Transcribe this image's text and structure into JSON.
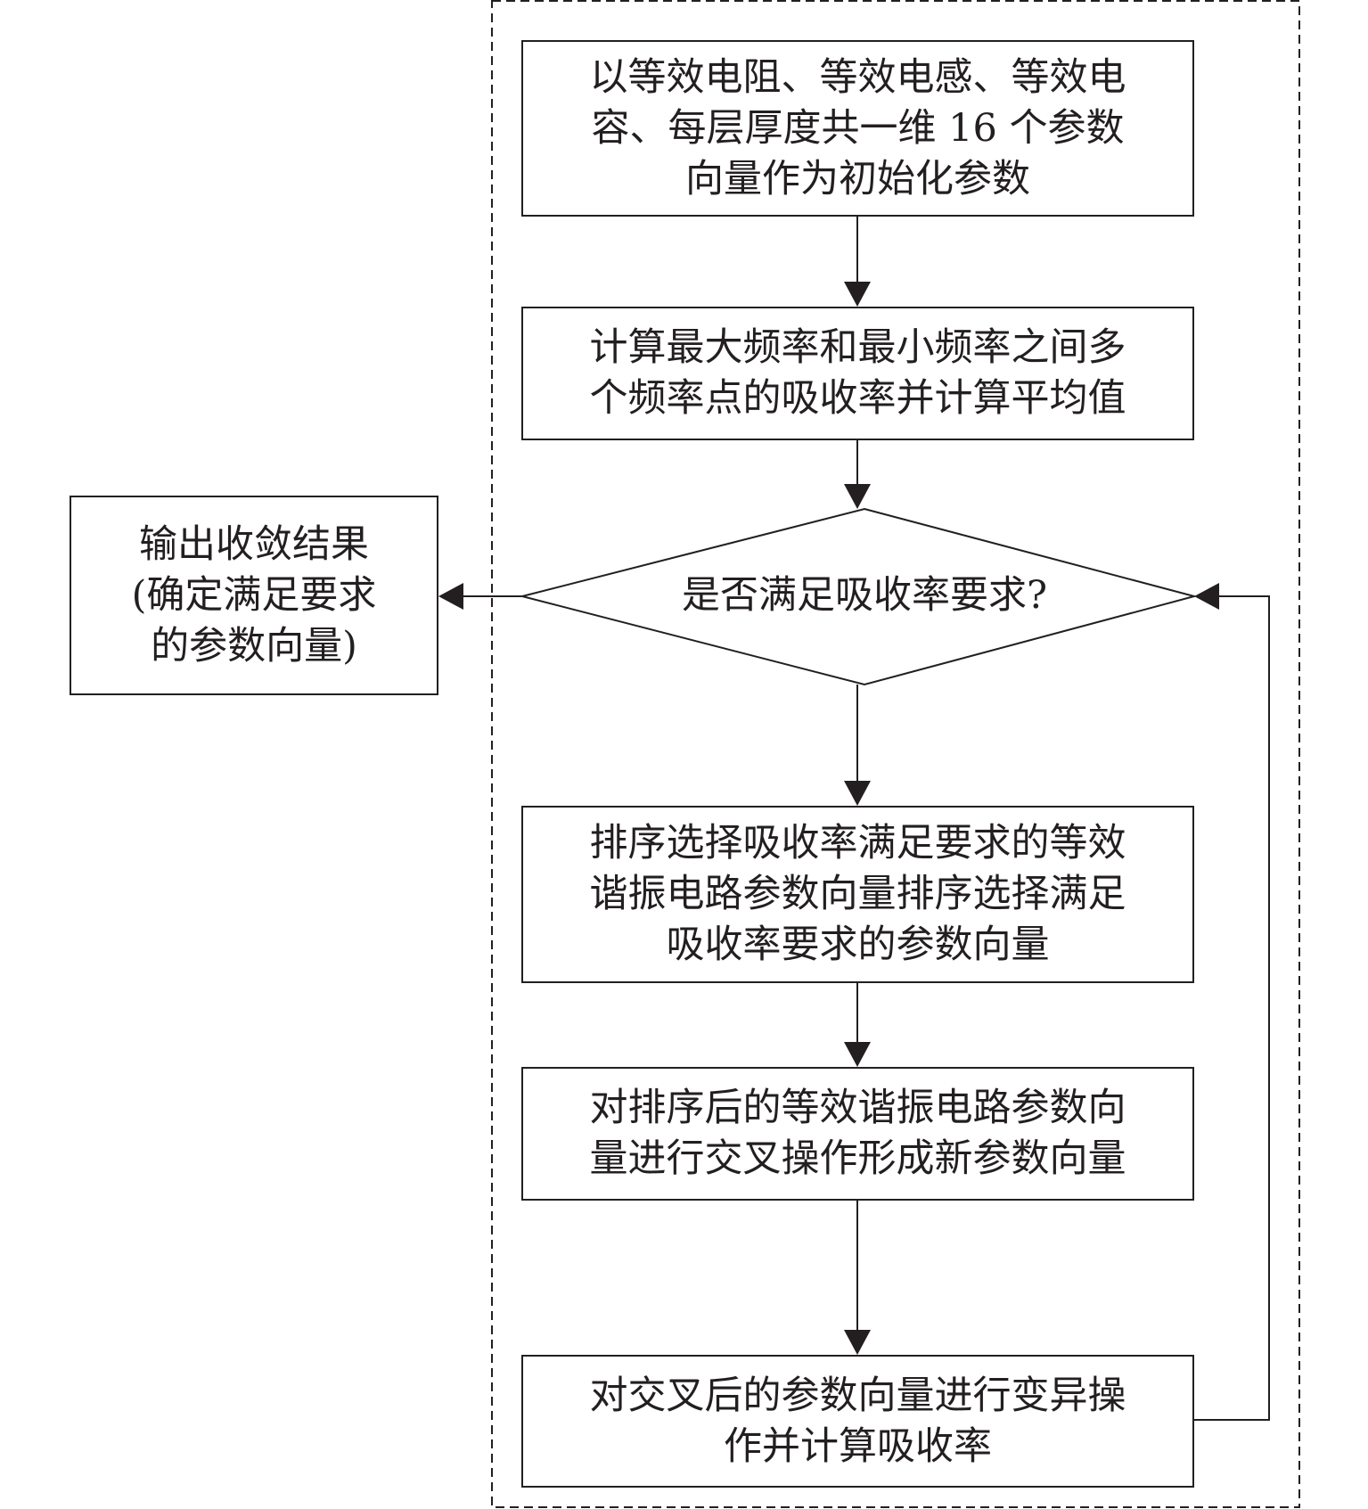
{
  "flowchart": {
    "step1": {
      "lines": [
        "以等效电阻、等效电感、等效电",
        "容、每层厚度共一维 16 个参数",
        "向量作为初始化参数"
      ]
    },
    "step2": {
      "lines": [
        "计算最大频率和最小频率之间多",
        "个频率点的吸收率并计算平均值"
      ]
    },
    "decision": {
      "label": "是否满足吸收率要求?"
    },
    "output": {
      "lines": [
        "输出收敛结果",
        "(确定满足要求",
        "的参数向量)"
      ]
    },
    "step3": {
      "lines": [
        "排序选择吸收率满足要求的等效",
        "谐振电路参数向量排序选择满足",
        "吸收率要求的参数向量"
      ]
    },
    "step4": {
      "lines": [
        "对排序后的等效谐振电路参数向",
        "量进行交叉操作形成新参数向量"
      ]
    },
    "step5": {
      "lines": [
        "对交叉后的参数向量进行变异操",
        "作并计算吸收率"
      ]
    }
  },
  "style": {
    "line_color": "#231f20",
    "background": "#ffffff"
  }
}
